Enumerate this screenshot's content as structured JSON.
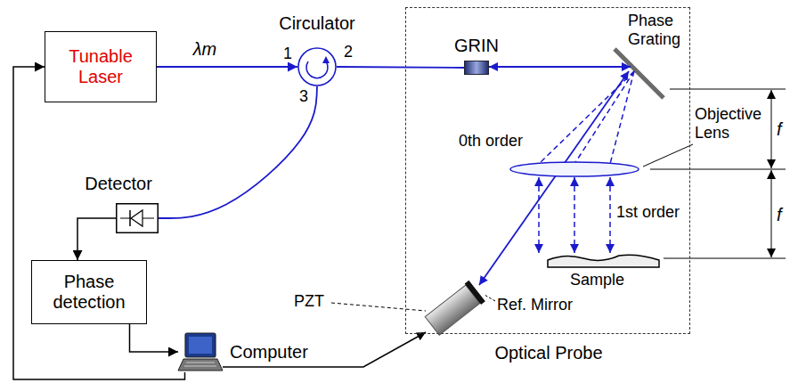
{
  "diagram": {
    "nodes": [
      {
        "text": [
          "Tunable Laser"
        ]
      },
      {
        "text": [
          "Circulator"
        ]
      },
      {
        "text": [
          "Optical Probe"
        ]
      },
      {
        "text": [
          "GRIN"
        ],
        "in": 2
      },
      {
        "text": [
          "Detector"
        ]
      },
      {
        "text": [
          "Phase detection"
        ]
      },
      {
        "text": [
          "Computer"
        ]
      }
    ],
    "edges": [
      {
        "from": 0,
        "to": 1,
        "arrow": "to",
        "label": "λm"
      },
      {
        "from": 1,
        "to": 3,
        "arrow": "none"
      },
      {
        "from": 1,
        "to": 4,
        "arrow": "none"
      },
      {
        "from": 4,
        "to": 5,
        "arrow": "to"
      },
      {
        "from": 5,
        "to": 6,
        "arrow": "to"
      },
      {
        "from": 6,
        "to": 0,
        "arrow": "to"
      }
    ],
    "labels": [
      "1",
      "2",
      "3",
      "Phase Grating",
      "Objective Lens",
      "0th order",
      "1st order",
      "f",
      "f",
      "Sample",
      "PZT",
      "Ref. Mirror"
    ]
  }
}
